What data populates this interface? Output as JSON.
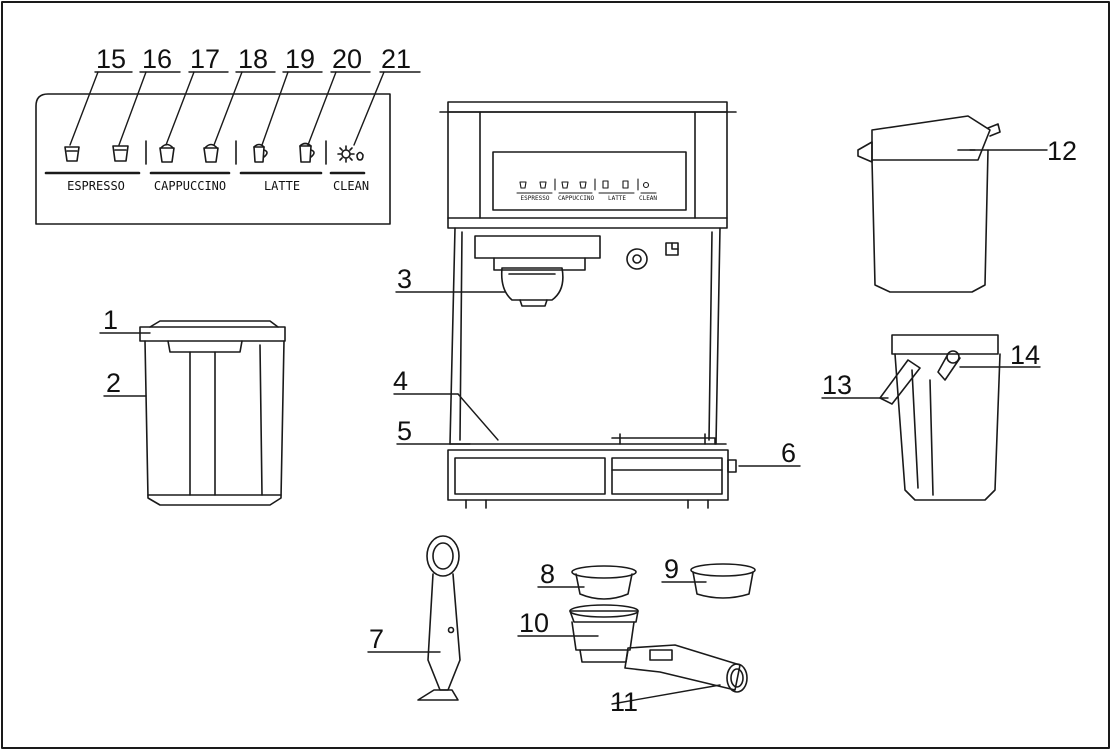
{
  "panel": {
    "groups": [
      {
        "label": "ESPRESSO"
      },
      {
        "label": "CAPPUCCINO"
      },
      {
        "label": "LATTE"
      },
      {
        "label": "CLEAN"
      }
    ]
  },
  "callouts": [
    {
      "number": "1"
    },
    {
      "number": "2"
    },
    {
      "number": "3"
    },
    {
      "number": "4"
    },
    {
      "number": "5"
    },
    {
      "number": "6"
    },
    {
      "number": "7"
    },
    {
      "number": "8"
    },
    {
      "number": "9"
    },
    {
      "number": "10"
    },
    {
      "number": "11"
    },
    {
      "number": "12"
    },
    {
      "number": "13"
    },
    {
      "number": "14"
    },
    {
      "number": "15"
    },
    {
      "number": "16"
    },
    {
      "number": "17"
    },
    {
      "number": "18"
    },
    {
      "number": "19"
    },
    {
      "number": "20"
    },
    {
      "number": "21"
    }
  ]
}
